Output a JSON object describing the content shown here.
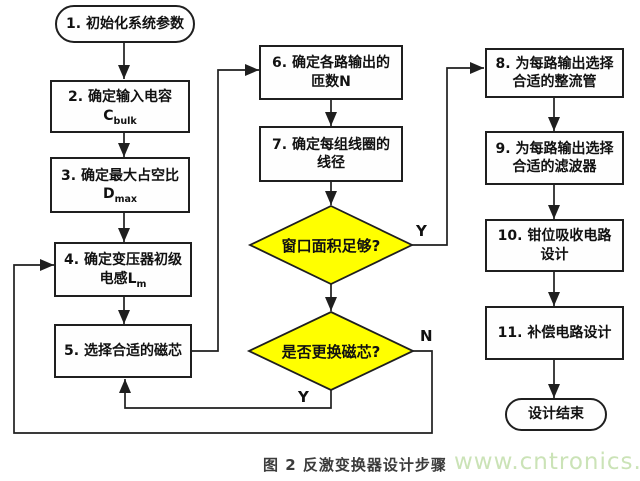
{
  "figure": {
    "caption": "图 2 反激变换器设计步骤",
    "watermark": "www.cntronics.com"
  },
  "colors": {
    "diamond_fill": "#ffff00",
    "line": "#1f1f1f",
    "watermark": "#cbe3b7"
  },
  "nodes": {
    "n1": {
      "label": "1. 初始化系统参数"
    },
    "n2": {
      "line1": "2. 确定输入电容",
      "sym": "C",
      "sub": "bulk"
    },
    "n3": {
      "line1": "3. 确定最大占空比",
      "sym": "D",
      "sub": "max"
    },
    "n4": {
      "line1": "4. 确定变压器初级",
      "line2": "电感L",
      "sub": "m"
    },
    "n5": {
      "label": "5. 选择合适的磁芯"
    },
    "n6": {
      "line1": "6. 确定各路输出的",
      "line2": "匝数N"
    },
    "n7": {
      "line1": "7. 确定每组线圈的",
      "line2": "线径"
    },
    "d1": {
      "label": "窗口面积足够?"
    },
    "d2": {
      "label": "是否更换磁芯?"
    },
    "n8": {
      "line1": "8. 为每路输出选择",
      "line2": "合适的整流管"
    },
    "n9": {
      "line1": "9. 为每路输出选择",
      "line2": "合适的滤波器"
    },
    "n10": {
      "line1": "10. 钳位吸收电路",
      "line2": "设计"
    },
    "n11": {
      "label": "11. 补偿电路设计"
    },
    "end": {
      "label": "设计结束"
    }
  },
  "branch_labels": {
    "d1_yes": "Y",
    "d2_no": "N",
    "d2_yes": "Y"
  }
}
